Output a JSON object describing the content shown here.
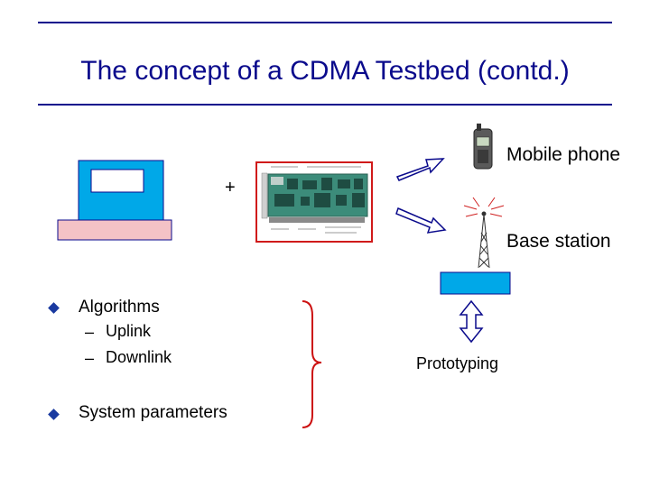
{
  "slide": {
    "title": "The concept of a CDMA Testbed (contd.)",
    "plus": "+",
    "mobile_phone_label": "Mobile phone",
    "base_station_label": "Base station",
    "prototyping_label": "Prototyping",
    "bullets": [
      {
        "text": "Algorithms",
        "subitems": [
          {
            "dash": "–",
            "text": "Uplink"
          },
          {
            "dash": "–",
            "text": "Downlink"
          }
        ]
      },
      {
        "text": "System parameters",
        "subitems": []
      }
    ]
  },
  "colors": {
    "title_blue": "#0a0a8c",
    "screen_cyan": "#00a8e8",
    "keyboard_pink": "#f4c2c6",
    "board_green": "#3c8c7a",
    "brace_red": "#cc1010",
    "bullet_blue": "#1a3aa0"
  },
  "icons": [
    "computer-icon",
    "dsp-board-icon",
    "arrow-right-icon",
    "mobile-phone-icon",
    "antenna-tower-icon",
    "double-arrow-icon",
    "bullet-diamond-icon"
  ]
}
